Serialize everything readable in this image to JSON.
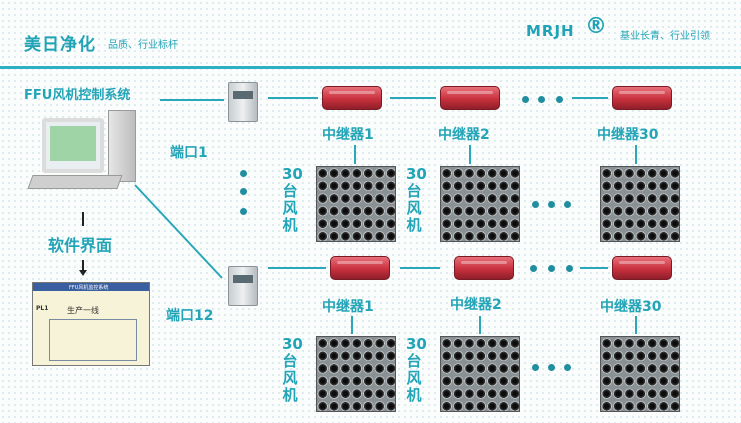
{
  "header": {
    "brand": "美日净化",
    "tagline": "品质、行业标杆",
    "logo": "MRJH",
    "registered": "®",
    "tagline2": "基业长青、行业引领"
  },
  "system_title": "FFU风机控制系统",
  "software_label": "软件界面",
  "software_window": {
    "title": "FFU风机监控系统",
    "pl_label": "PL1",
    "line_label": "生产一线"
  },
  "ports": {
    "p1": "端口1",
    "p12": "端口12"
  },
  "row1": {
    "rep1": "中继器1",
    "rep2": "中继器2",
    "rep30": "中继器30"
  },
  "row2": {
    "rep1": "中继器1",
    "rep2": "中继器2",
    "rep30": "中继器30"
  },
  "fan_labels": {
    "char1": "30",
    "char2": "台",
    "char3": "风",
    "char4": "机"
  },
  "colors": {
    "accent": "#23a5b7",
    "repeater": "#c8303d"
  }
}
